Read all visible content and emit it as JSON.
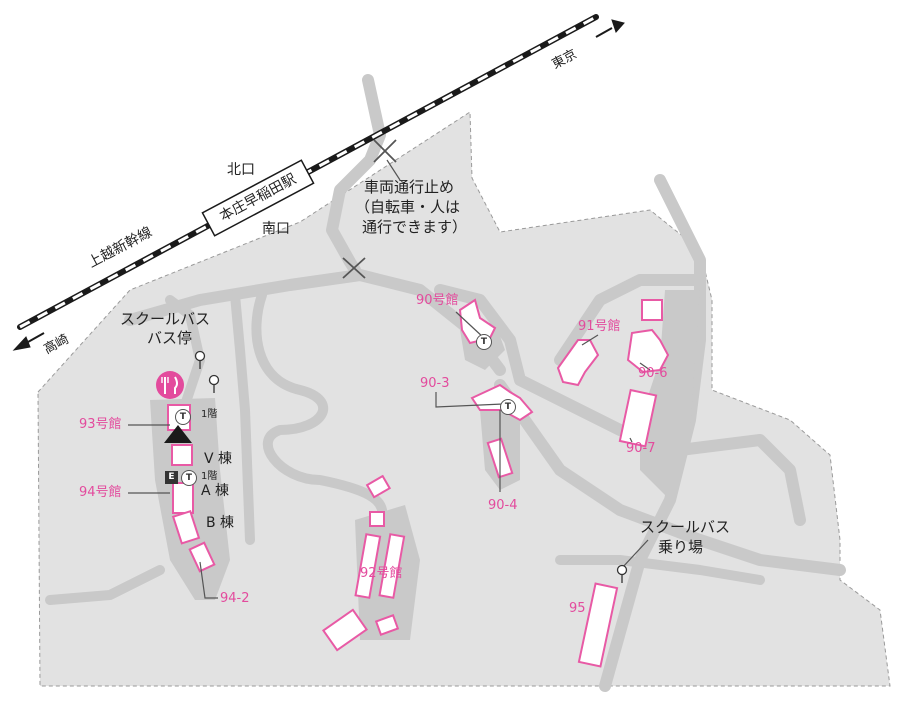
{
  "colors": {
    "ground": "#e2e2e2",
    "road": "#c9c9c9",
    "building_fill": "#ffffff",
    "building_edge": "#e85aa5",
    "pink_label": "#e34b9d",
    "railway": "#1a1a1a",
    "text": "#222222"
  },
  "labels": {
    "station": "本庄早稲田駅",
    "north_exit": "北口",
    "south_exit": "南口",
    "shinkansen": "上越新幹線",
    "tokyo": "東京",
    "takasaki": "高崎",
    "vehicle_stop_line1": "車両通行止め",
    "vehicle_stop_line2": "（自転車・人は",
    "vehicle_stop_line3": "通行できます）",
    "bus_stop_line1": "スクールバス",
    "bus_stop_line2": "バス停",
    "bus_board_line1": "スクールバス",
    "bus_board_line2": "乗り場",
    "b93": "93号館",
    "b94": "94号館",
    "b94_2": "94-2",
    "b90": "90号館",
    "b90_3": "90-3",
    "b90_4": "90-4",
    "b91": "91号館",
    "b90_6": "90-6",
    "b90_7": "90-7",
    "b92": "92号館",
    "b95": "95",
    "wing_v": "V 棟",
    "wing_a": "A 棟",
    "wing_b": "B 棟",
    "floor1_a": "1階",
    "floor1_b": "1階",
    "badge_t": "T",
    "badge_e": "E"
  },
  "icons": {
    "restaurant": "fork-knife-icon",
    "bus_stop": "bus-stop-pin-icon",
    "toilet": "toilet-icon",
    "elevator": "elevator-icon",
    "current_location": "current-location-marker-icon",
    "road_block": "road-block-x-icon"
  }
}
